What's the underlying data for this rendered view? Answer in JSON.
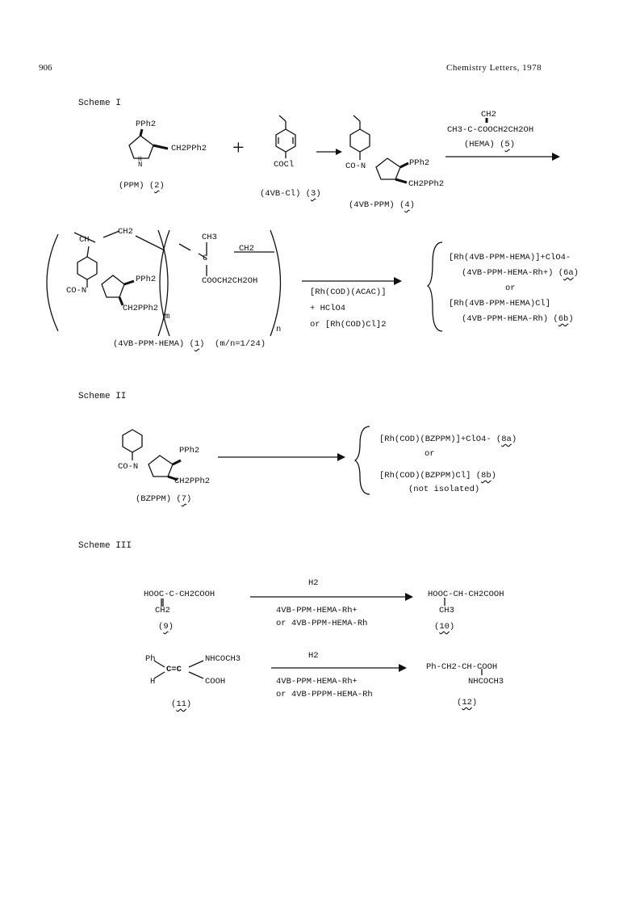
{
  "header": {
    "page_number": "906",
    "journal": "Chemistry Letters, 1978"
  },
  "scheme1": {
    "title": "Scheme I",
    "ppm": {
      "pph2": "PPh2",
      "ch2pph2": "CH2PPh2",
      "nh": "H",
      "n": "N",
      "label": "(PPM)",
      "num": "2"
    },
    "plus": "+",
    "vbcl": {
      "cocl": "COCl",
      "label": "(4VB-Cl)",
      "num": "3"
    },
    "vbppm": {
      "con": "CO-N",
      "pph2": "PPh2",
      "ch2pph2": "CH2PPh2",
      "label": "(4VB-PPM)",
      "num": "4"
    },
    "hema": {
      "ch2": "CH2",
      "formula": "CH3-C-COOCH2CH2OH",
      "label": "(HEMA)",
      "num": "5"
    },
    "polymer": {
      "ch": "CH",
      "ch2a": "CH2",
      "con": "CO-N",
      "pph2": "PPh2",
      "ch2pph2": "CH2PPh2",
      "m": "m",
      "ch3": "CH3",
      "c": "C",
      "ch2b": "CH2",
      "cooch": "COOCH2CH2OH",
      "n": "n",
      "label": "(4VB-PPM-HEMA)",
      "num": "1",
      "ratio": "(m/n=1/24)"
    },
    "reagent1": "[Rh(COD)(ACAC)]",
    "reagent2": "+ HClO4",
    "reagent3": "or [Rh(COD)Cl]2",
    "prod1": "[Rh(4VB-PPM-HEMA)]+ClO4-",
    "prod1_label": "(4VB-PPM-HEMA-Rh+)",
    "prod1_num": "6a",
    "or": "or",
    "prod2": "[Rh(4VB-PPM-HEMA)Cl]",
    "prod2_label": "(4VB-PPM-HEMA-Rh)",
    "prod2_num": "6b"
  },
  "scheme2": {
    "title": "Scheme II",
    "con": "CO-N",
    "pph2": "PPh2",
    "ch2pph2": "CH2PPh2",
    "label": "(BZPPM)",
    "num": "7",
    "prod1": "[Rh(COD)(BZPPM)]+ClO4-",
    "prod1_num": "8a",
    "or": "or",
    "prod2": "[Rh(COD)(BZPPM)Cl]",
    "prod2_num": "8b",
    "not_isolated": "(not isolated)"
  },
  "scheme3": {
    "title": "Scheme III",
    "r1": {
      "reactant": "HOOC-C-CH2COOH",
      "reactant_sub": "CH2",
      "reactant_num": "9",
      "above": "H2",
      "below1": "4VB-PPM-HEMA-Rh+",
      "below2": "or 4VB-PPM-HEMA-Rh",
      "product": "HOOC-CH-CH2COOH",
      "product_sub": "CH3",
      "product_num": "10"
    },
    "r2": {
      "ph": "Ph",
      "h": "H",
      "cc": "C=C",
      "nhcoch3": "NHCOCH3",
      "cooh": "COOH",
      "reactant_num": "11",
      "above": "H2",
      "below1": "4VB-PPM-HEMA-Rh+",
      "below2": "or 4VB-PPPM-HEMA-Rh",
      "product": "Ph-CH2-CH-COOH",
      "product_sub": "NHCOCH3",
      "product_num": "12"
    }
  }
}
